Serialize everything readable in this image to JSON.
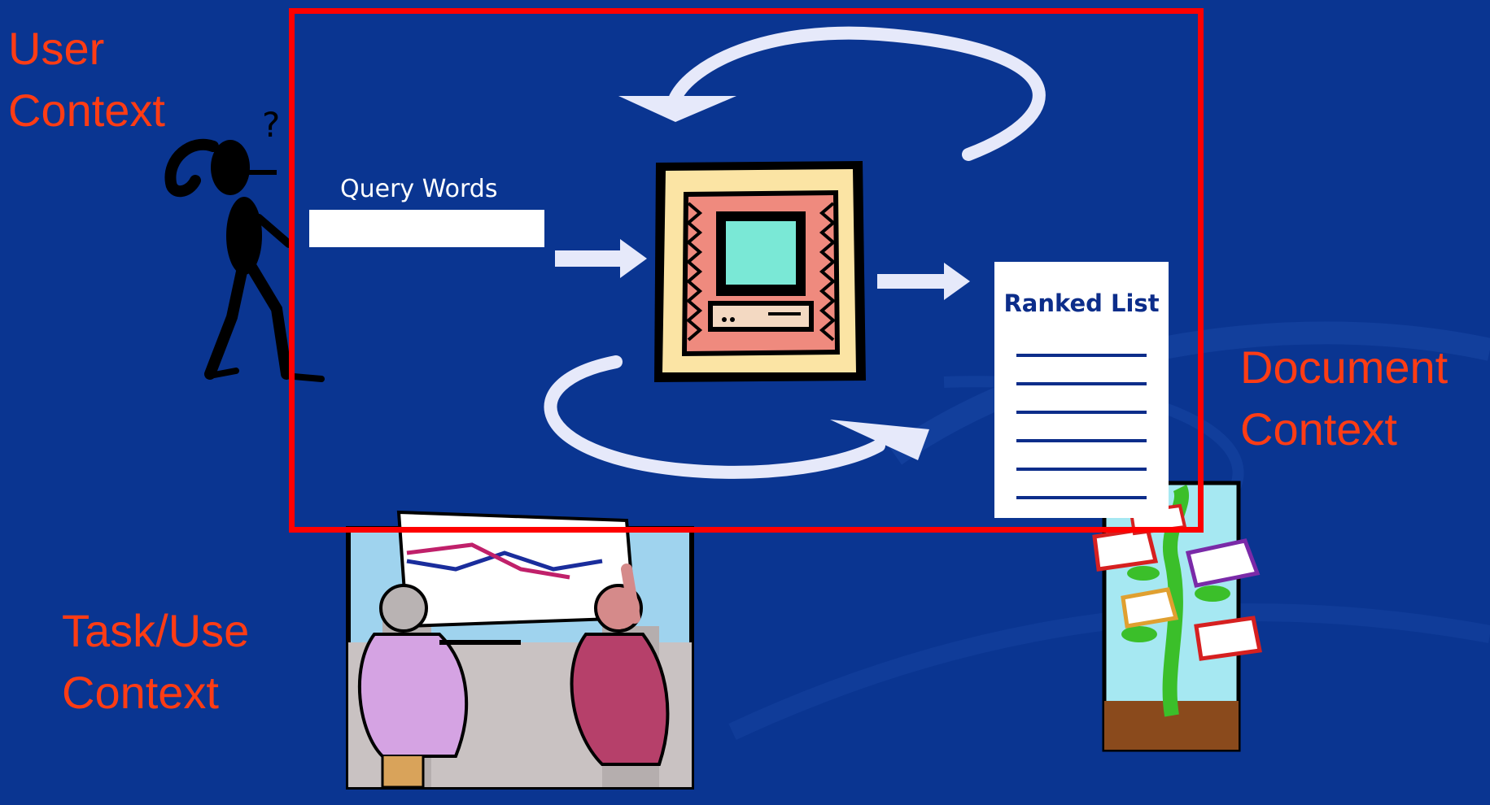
{
  "labels": {
    "user_context": "User\nContext",
    "document_context": "Document\nContext",
    "task_context": "Task/Use\nContext"
  },
  "query": {
    "label": "Query Words",
    "value": ""
  },
  "ranked_list": {
    "title": "Ranked List",
    "line_count": 6
  },
  "colors": {
    "background": "#0a3591",
    "context_label": "#ff3c14",
    "frame": "#ff0000",
    "arrow": "#e6e9fa",
    "list_lines": "#0c2d8a"
  },
  "icons": {
    "user": "thinking-person-icon",
    "system": "computer-icon",
    "task": "people-reviewing-chart-icon",
    "document": "book-tree-icon"
  }
}
